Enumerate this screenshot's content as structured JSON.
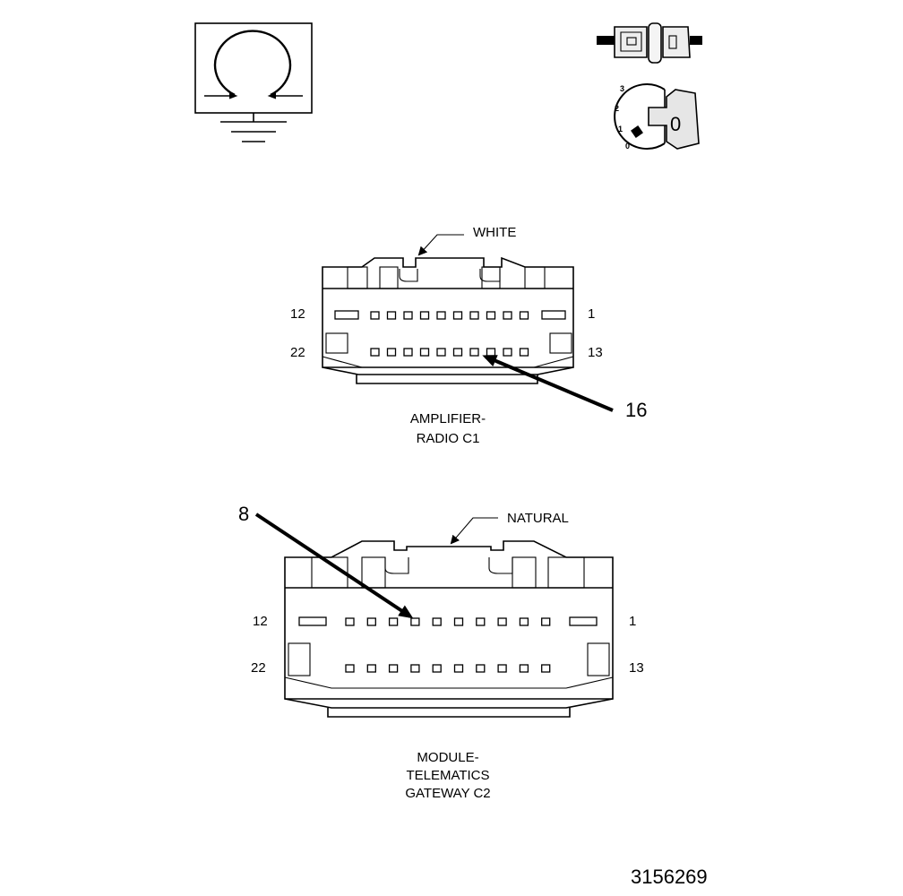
{
  "legend": {
    "ground_symbol": "ground-connector-icon",
    "key_switch_position": "0",
    "key_positions": [
      "3",
      "2",
      "1",
      "0"
    ]
  },
  "connector_c1": {
    "color_label": "WHITE",
    "pin_top_left": "12",
    "pin_top_right": "1",
    "pin_bottom_left": "22",
    "pin_bottom_right": "13",
    "callout_pin": "16",
    "name_line1": "AMPLIFIER-",
    "name_line2": "RADIO C1"
  },
  "connector_c2": {
    "color_label": "NATURAL",
    "pin_top_left": "12",
    "pin_top_right": "1",
    "pin_bottom_left": "22",
    "pin_bottom_right": "13",
    "callout_pin": "8",
    "name_line1": "MODULE-",
    "name_line2": "TELEMATICS",
    "name_line3": "GATEWAY C2"
  },
  "figure_number": "3156269"
}
